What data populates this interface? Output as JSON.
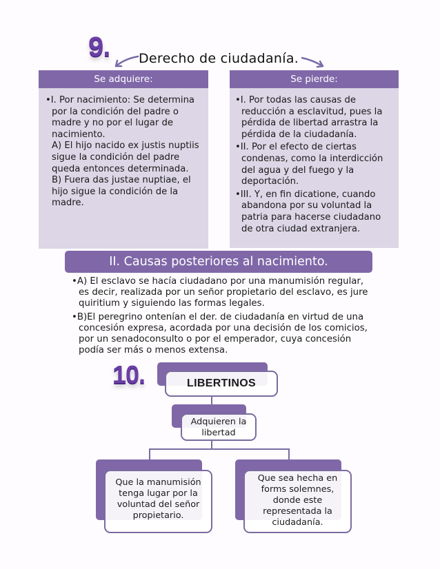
{
  "section9": {
    "number": "9.",
    "title": "Derecho de ciudadanía.",
    "acquire": {
      "header": "Se adquiere:",
      "items": [
        {
          "main": "•I. Por nacimiento: Se determina por la condición del padre o madre y no por el lugar de nacimiento.",
          "sub_a": "A) El hijo nacido ex justis nuptiis sigue la condición del padre queda entonces determinada.",
          "sub_b": "B) Fuera das justae nuptiae, el hijo sigue la condición de la madre."
        }
      ]
    },
    "lose": {
      "header": "Se pierde:",
      "items": [
        "•I. Por todas las causas de reducción a esclavitud, pues la pérdida de libertad arrastra la pérdida de la ciudadanía.",
        "•II. Por el efecto de ciertas condenas, como la interdicción del agua y del fuego y la deportación.",
        "•III. Y, en fin dicatione, cuando abandona por su voluntad la patria para hacerse ciudadano de otra ciudad extranjera."
      ]
    },
    "later_causes": {
      "header": "II. Causas posteriores al nacimiento.",
      "items": [
        "•A) El esclavo se hacía ciudadano por una manumisión regular, es decir, realizada por un señor propietario del esclavo, es jure quiritium y siguiendo las formas legales.",
        "•B)El peregrino ontenían el der. de ciudadanía en virtud de una concesión expresa, acordada por una decisión de los comicios, por un senadoconsulto o por el emperador, cuya concesión podía ser más o menos extensa."
      ]
    }
  },
  "section10": {
    "number": "10.",
    "root": "LIBERTINOS",
    "middle": "Adquieren la libertad",
    "leaves": [
      "Que la manumisión tenga lugar por la voluntad del señor propietario.",
      "Que sea hecha en forms solemnes, donde este representada la ciudadanía."
    ]
  },
  "colors": {
    "accent_purple": "#8068a8",
    "panel_lavender": "#dcd6e6",
    "number_purple": "#6a3fa6"
  }
}
